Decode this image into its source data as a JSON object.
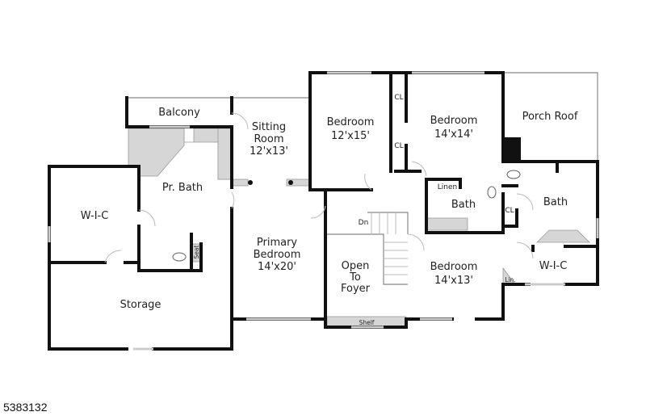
{
  "rooms": {
    "balcony": "Balcony",
    "sitting_room": {
      "name": "Sitting",
      "name2": "Room",
      "dims": "12'x13'"
    },
    "bedroom1": {
      "name": "Bedroom",
      "dims": "12'x15'"
    },
    "bedroom2": {
      "name": "Bedroom",
      "dims": "14'x14'"
    },
    "porch_roof": "Porch Roof",
    "pr_bath": "Pr. Bath",
    "wic_left": "W-I-C",
    "seat": "Seat",
    "primary_bedroom": {
      "name": "Primary",
      "name2": "Bedroom",
      "dims": "14'x20'"
    },
    "storage": "Storage",
    "open_to_foyer": {
      "line1": "Open",
      "line2": "To",
      "line3": "Foyer"
    },
    "shelf": "Shelf",
    "stairs_dn": "Dn",
    "linen": "Linen",
    "bath_mid": "Bath",
    "bath_right": "Bath",
    "cl1": "CL",
    "cl2": "CL",
    "cl3": "CL",
    "bedroom3": {
      "name": "Bedroom",
      "dims": "14'x13'"
    },
    "wic_right": "W-I-C",
    "lin": "Lin."
  },
  "listing_id": "5383132"
}
